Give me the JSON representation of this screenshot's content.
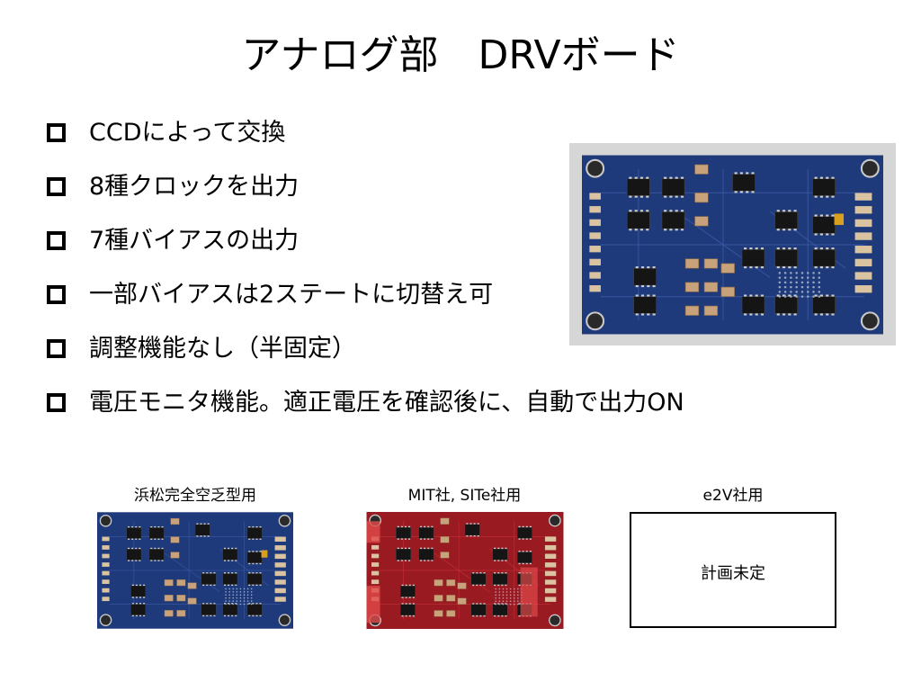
{
  "slide": {
    "title": "アナログ部　DRVボード"
  },
  "bullets": [
    {
      "icon": "hollow-square-bullet",
      "text": "CCDによって交換"
    },
    {
      "icon": "hollow-square-bullet",
      "text": "8種クロックを出力"
    },
    {
      "icon": "hollow-square-bullet",
      "text": "7種バイアスの出力"
    },
    {
      "icon": "hollow-square-bullet",
      "text": "一部バイアスは2ステートに切替え可"
    },
    {
      "icon": "hollow-square-bullet",
      "text": "調整機能なし（半固定）"
    },
    {
      "icon": "hollow-square-bullet",
      "text": "電圧モニタ機能。適正電圧を確認後に、自動で出力ON"
    }
  ],
  "boards": [
    {
      "caption": "浜松完全空乏型用",
      "board_color": "#1f3a7a"
    },
    {
      "caption": "MIT社, SITe社用",
      "board_color": "#9a1a22"
    },
    {
      "caption": "e2V社用",
      "placeholder_text": "計画未定"
    }
  ],
  "colors": {
    "pcb_blue": "#1f3a7a",
    "pcb_red": "#9a1a22",
    "photo_frame": "#d6d6d6"
  }
}
